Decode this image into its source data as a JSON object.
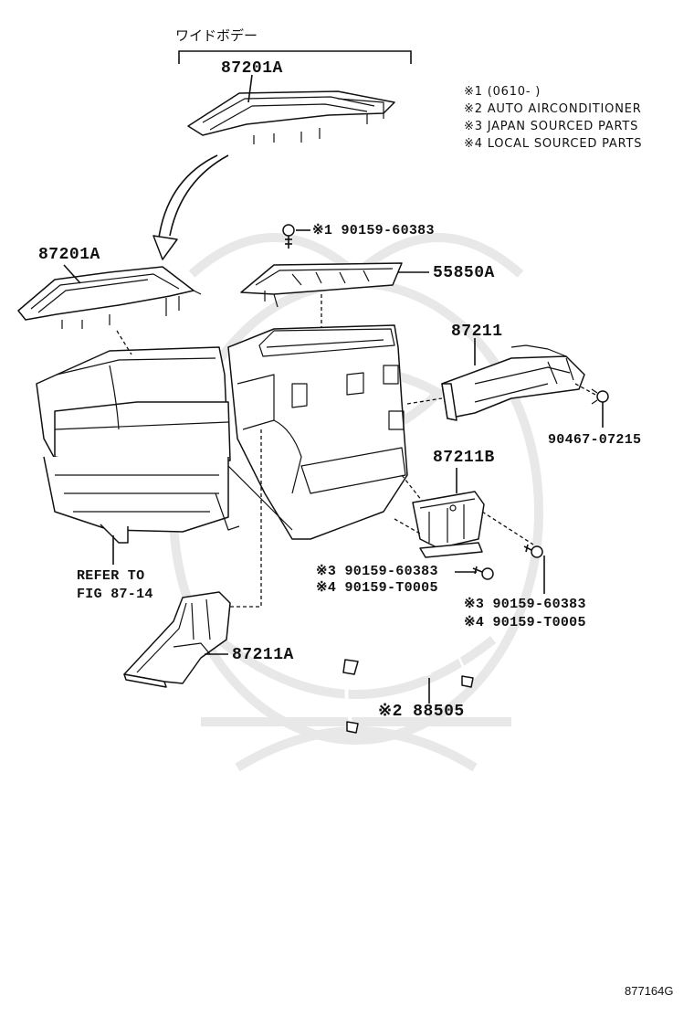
{
  "header": {
    "wide_body_label": "ワイドボデー"
  },
  "notes": [
    "※1 (0610-     )",
    "※2  AUTO AIRCONDITIONER",
    "※3 JAPAN SOURCED PARTS",
    "※4 LOCAL SOURCED PARTS"
  ],
  "parts": {
    "p87201a_top": "87201A",
    "p87201a_left": "87201A",
    "screw_top": "※1 90159-60383",
    "p55850a": "55850A",
    "p87211": "87211",
    "p90467": "90467-07215",
    "p87211b": "87211B",
    "refer_line1": "REFER TO",
    "refer_line2": "FIG 87-14",
    "screw_mid_3": "※3 90159-60383",
    "screw_mid_4": "※4 90159-T0005",
    "screw_right_3": "※3 90159-60383",
    "screw_right_4": "※4 90159-T0005",
    "p87211a": "87211A",
    "p88505": "※2 88505"
  },
  "footer": {
    "figure_code": "877164G"
  },
  "colors": {
    "line": "#111111",
    "background": "#ffffff",
    "watermark": "#e6e6e6"
  }
}
